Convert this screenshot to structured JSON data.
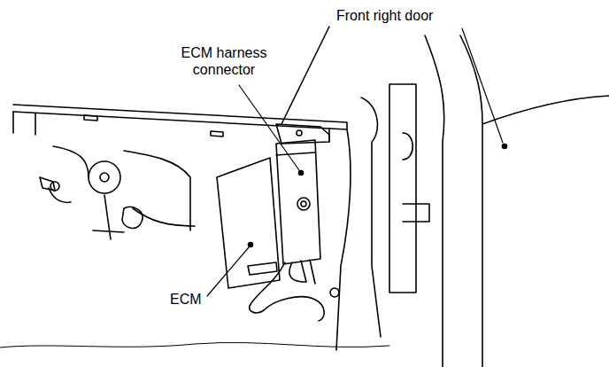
{
  "diagram": {
    "labels": [
      "Front right door",
      "ECM harness connector",
      "ECM"
    ]
  }
}
